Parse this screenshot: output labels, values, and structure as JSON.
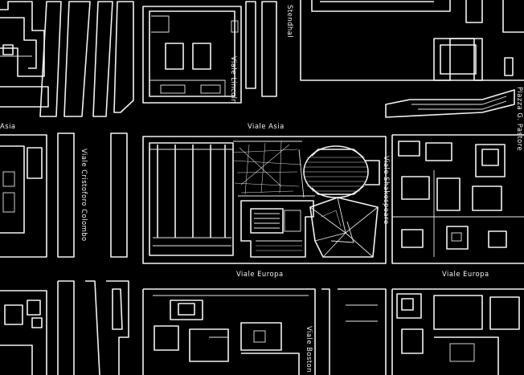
{
  "map": {
    "background_color": "#000000",
    "line_color": "#f2f2f2",
    "streets": {
      "stendhal": "Stendhal",
      "viale_lincoln": "Viale Lincoln",
      "piazza_pastore": "Piazza G. Pastore",
      "asia_left": "Asia",
      "viale_asia": "Viale Asia",
      "viale_cristoforo_colombo": "Viale Cristoforo Colombo",
      "viale_shakespeare": "Viale Shakespeare",
      "viale_europa_center": "Viale Europa",
      "viale_europa_right": "Viale Europa",
      "viale_boston": "Viale Boston"
    }
  }
}
